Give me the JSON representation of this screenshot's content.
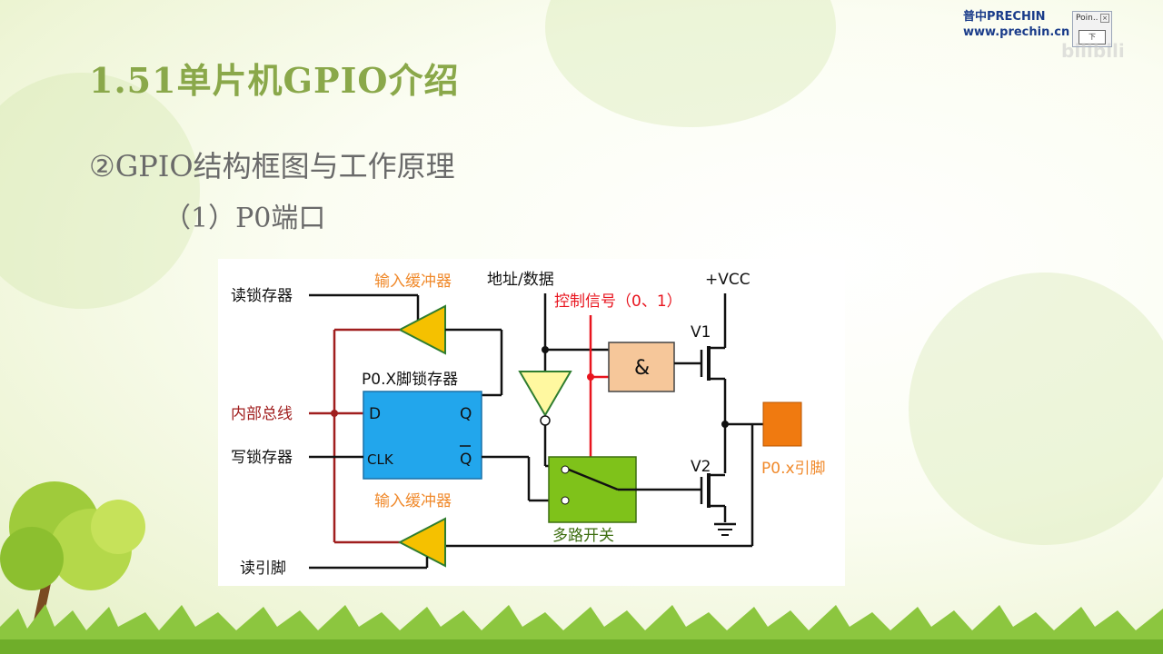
{
  "slide": {
    "title": "1.51单片机GPIO介绍",
    "subtitle": "②GPIO结构框图与工作原理",
    "subsubtitle": "（1）P0端口"
  },
  "branding": {
    "logo_line1": "普中PRECHIN",
    "logo_line2": "www.prechin.cn",
    "mini_window_caption": "Poin..",
    "mini_window_button": "下",
    "watermark": "bilibili"
  },
  "diagram": {
    "labels": {
      "read_latch": "读锁存器",
      "input_buffer_top": "输入缓冲器",
      "addr_data": "地址/数据",
      "vcc": "+VCC",
      "control_signal": "控制信号（0、1）",
      "v1": "V1",
      "latch_title": "P0.X脚锁存器",
      "d": "D",
      "q": "Q",
      "clk": "CLK",
      "qbar": "Q",
      "internal_bus": "内部总线",
      "write_latch": "写锁存器",
      "and_gate": "&",
      "v2": "V2",
      "pin": "P0.x引脚",
      "input_buffer_bottom": "输入缓冲器",
      "mux": "多路开关",
      "read_pin": "读引脚"
    },
    "colors": {
      "latch_fill": "#22a6ec",
      "buffer_fill": "#f5c100",
      "and_fill": "#f6c79a",
      "mux_fill": "#7fc21a",
      "pin_fill": "#f07a10",
      "control_wire": "#e8141e",
      "bus_wire": "#a01e1e",
      "orange_text": "#f08a2c"
    }
  }
}
